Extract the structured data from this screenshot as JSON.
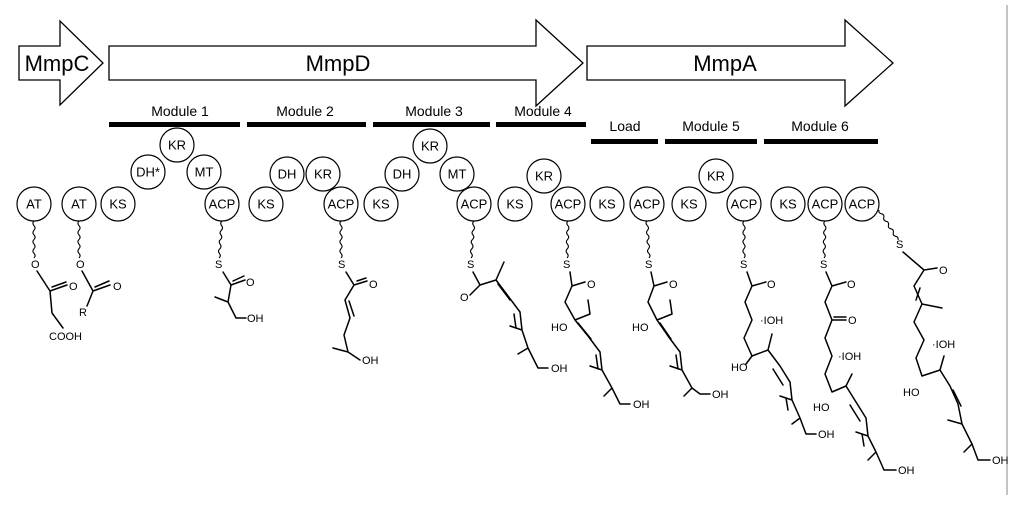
{
  "genes": [
    {
      "label": "MmpC"
    },
    {
      "label": "MmpD"
    },
    {
      "label": "MmpA"
    }
  ],
  "modules": [
    {
      "label": "Module 1"
    },
    {
      "label": "Module 2"
    },
    {
      "label": "Module 3"
    },
    {
      "label": "Module 4"
    },
    {
      "label": "Load"
    },
    {
      "label": "Module 5"
    },
    {
      "label": "Module 6"
    }
  ],
  "domains": [
    "AT",
    "AT",
    "KS",
    "DH*",
    "KR",
    "MT",
    "ACP",
    "KS",
    "DH",
    "KR",
    "ACP",
    "KS",
    "DH",
    "KR",
    "MT",
    "ACP",
    "KS",
    "KR",
    "ACP",
    "KS",
    "ACP",
    "KS",
    "KR",
    "ACP",
    "KS",
    "ACP",
    "ACP"
  ],
  "atoms": {
    "o": "O",
    "s": "S",
    "r": "R",
    "cooh": "COOH",
    "oh": "OH",
    "ho": "HO",
    "ioh": "·IOH"
  }
}
